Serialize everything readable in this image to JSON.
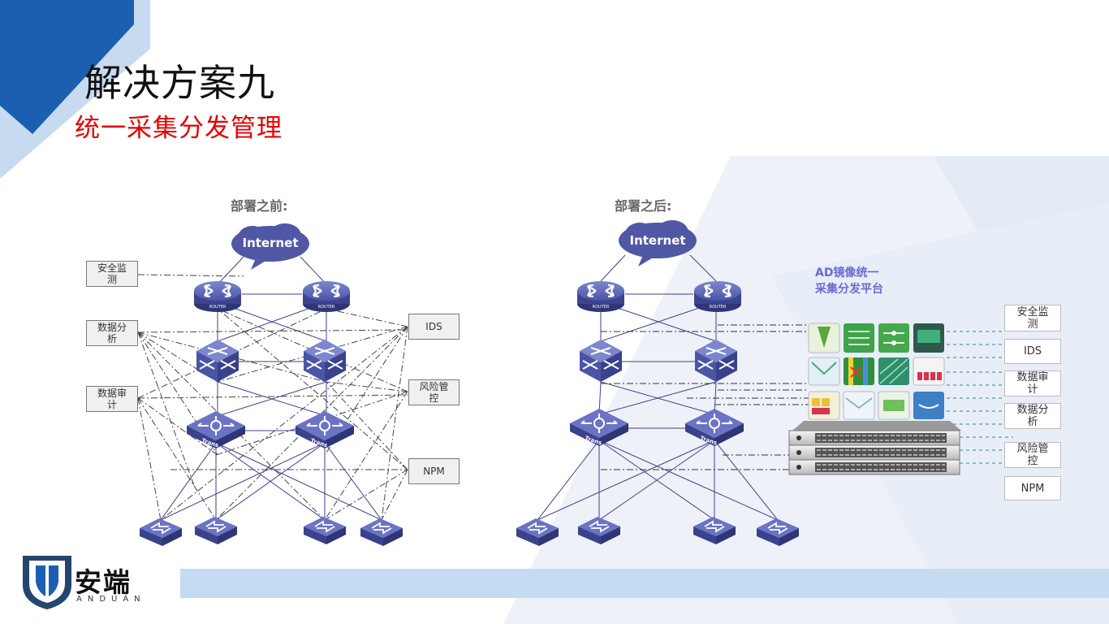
{
  "title": "解决方案九",
  "subtitle": "统一采集分发管理",
  "before": {
    "label": "部署之前:",
    "cloud": "Internet",
    "router_label": "ROUTER",
    "trans_label": "Trans",
    "tools": [
      {
        "id": "sec",
        "label": "安全监测"
      },
      {
        "id": "ana",
        "label": "数据分析"
      },
      {
        "id": "aud",
        "label": "数据审计"
      },
      {
        "id": "ids",
        "label": "IDS"
      },
      {
        "id": "risk",
        "label": "风险管控"
      },
      {
        "id": "npm",
        "label": "NPM"
      }
    ]
  },
  "after": {
    "label": "部署之后:",
    "cloud": "Internet",
    "router_label": "ROUTER",
    "trans_label": "Trans",
    "platform_lines": [
      "AD镜像统一",
      "采集分发平台"
    ],
    "tools": [
      {
        "id": "sec",
        "label": "安全监测"
      },
      {
        "id": "ids",
        "label": "IDS"
      },
      {
        "id": "aud",
        "label": "数据审计"
      },
      {
        "id": "ana",
        "label": "数据分析"
      },
      {
        "id": "risk",
        "label": "风险管控"
      },
      {
        "id": "npm",
        "label": "NPM"
      }
    ]
  },
  "logo": {
    "name": "安端",
    "sub": "ANDUAN"
  },
  "colors": {
    "accent_blue": "#1c5fb0",
    "title_red": "#e60000",
    "device": "#4b55a6",
    "line": "#3d3f8f"
  }
}
